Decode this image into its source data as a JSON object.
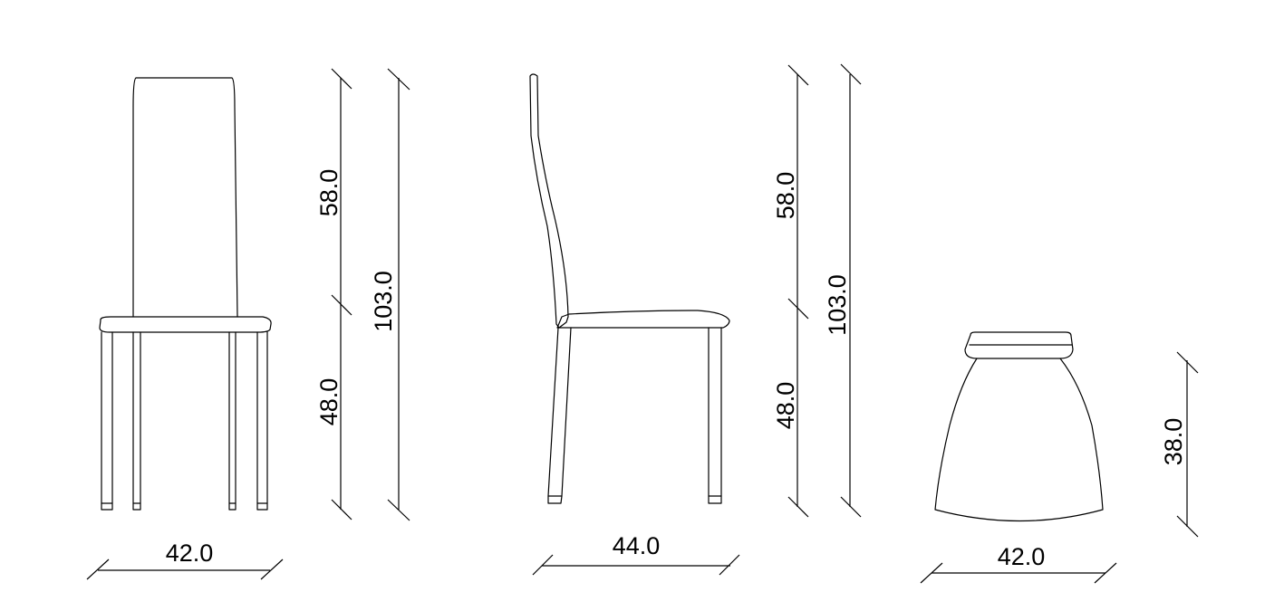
{
  "colors": {
    "line": "#000000",
    "background": "#ffffff"
  },
  "dimensions": {
    "front_width": "42.0",
    "front_back_height": "58.0",
    "front_seat_height": "48.0",
    "front_total_height": "103.0",
    "side_depth": "44.0",
    "side_back_height": "58.0",
    "side_seat_height": "48.0",
    "side_total_height": "103.0",
    "pouf_width": "42.0",
    "pouf_height": "38.0"
  }
}
